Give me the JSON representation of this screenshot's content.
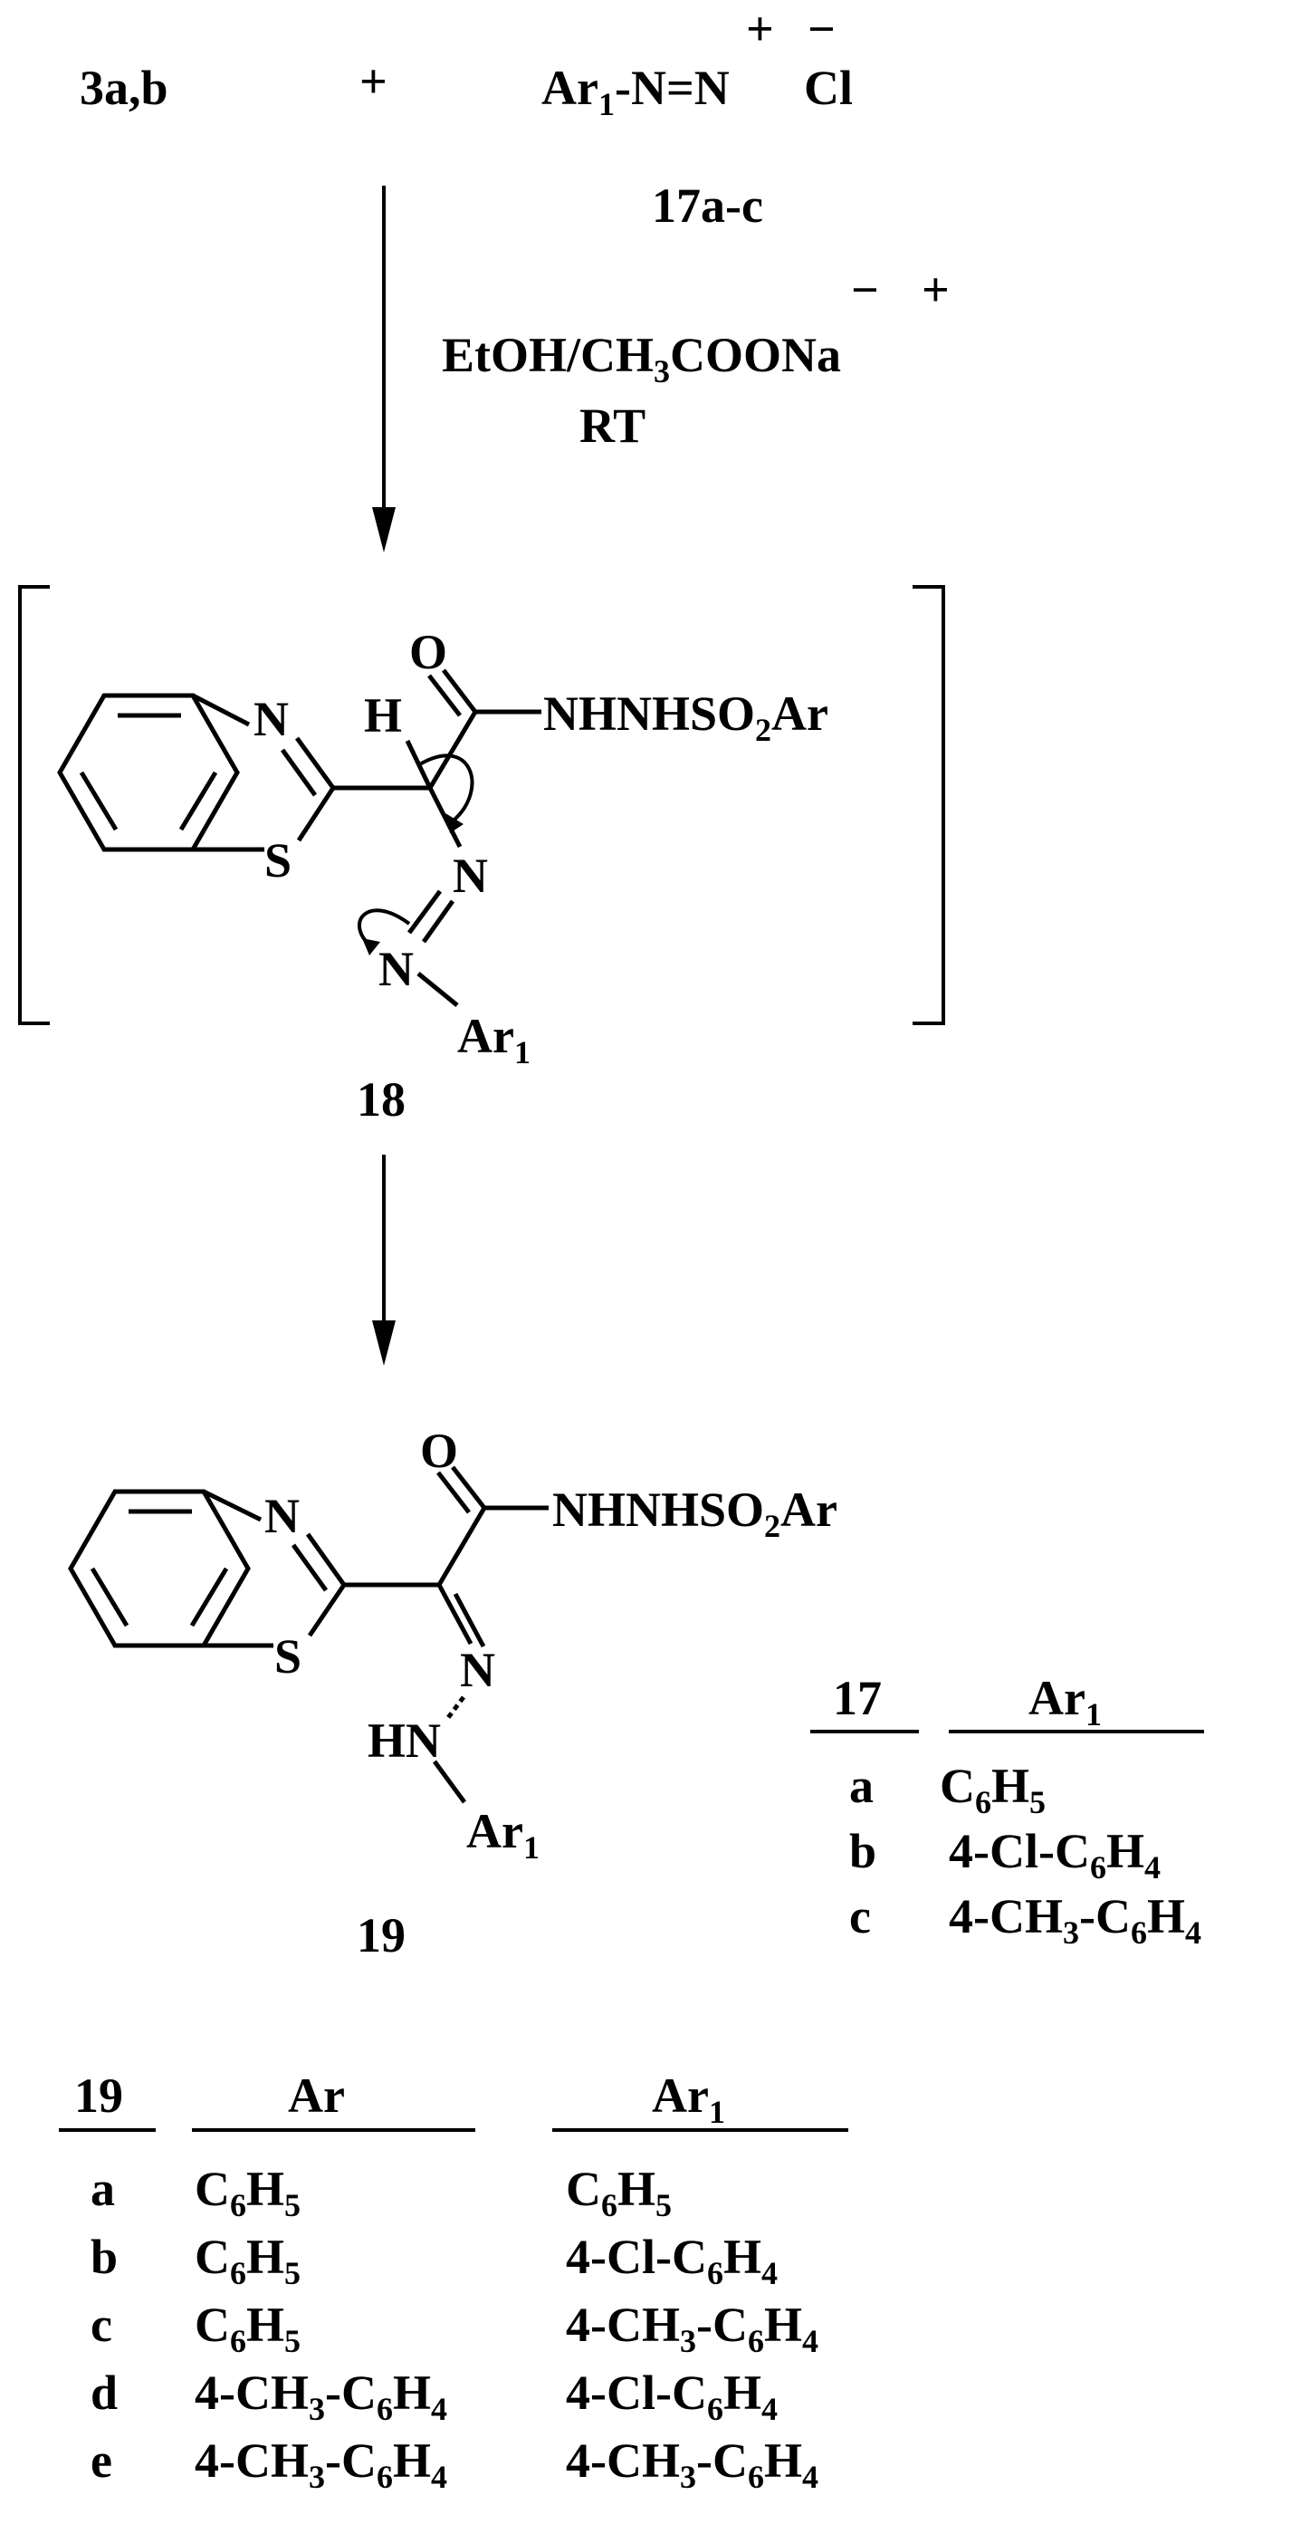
{
  "reaction": {
    "reactant_3": "3a,b",
    "plus": "+",
    "diazonium": {
      "ar1": "Ar",
      "ar1_sub": "1",
      "rest": "-N=N",
      "chloride": "Cl",
      "charge_plus": "+",
      "charge_minus": "−"
    },
    "label_17": "17a-c",
    "conditions": {
      "reagent_prefix": "EtOH/CH",
      "reagent_sub": "3",
      "reagent_suffix": "COONa",
      "charge_minus": "−",
      "charge_plus": "+",
      "temp": "RT"
    }
  },
  "intermediate": {
    "atoms": {
      "O": "O",
      "N_ring": "N",
      "S": "S",
      "H": "H",
      "N_azo1": "N",
      "N_azo2": "N",
      "ar1": "Ar",
      "ar1_sub": "1"
    },
    "chain_main": "NHNHSO",
    "chain_sub": "2",
    "chain_end": "Ar",
    "label": "18"
  },
  "product": {
    "atoms": {
      "O": "O",
      "N_ring": "N",
      "S": "S",
      "N_hydrazone": "N",
      "HN": "HN",
      "ar1": "Ar",
      "ar1_sub": "1"
    },
    "chain_main": "NHNHSO",
    "chain_sub": "2",
    "chain_end": "Ar",
    "label": "19"
  },
  "table_17": {
    "header_id": "17",
    "header_ar1": "Ar",
    "header_ar1_sub": "1",
    "rows": [
      {
        "id": "a",
        "ar1": [
          "C",
          "6",
          "H",
          "5"
        ]
      },
      {
        "id": "b",
        "ar1": [
          "4-Cl-C",
          "6",
          "H",
          "4"
        ]
      },
      {
        "id": "c",
        "ar1": [
          "4-CH",
          "3",
          "-C",
          "6",
          "H",
          "4"
        ]
      }
    ]
  },
  "table_19": {
    "header_id": "19",
    "header_ar": "Ar",
    "header_ar1": "Ar",
    "header_ar1_sub": "1",
    "rows": [
      {
        "id": "a",
        "ar": [
          "C",
          "6",
          "H",
          "5"
        ],
        "ar1": [
          "C",
          "6",
          "H",
          "5"
        ]
      },
      {
        "id": "b",
        "ar": [
          "C",
          "6",
          "H",
          "5"
        ],
        "ar1": [
          "4-Cl-C",
          "6",
          "H",
          "4"
        ]
      },
      {
        "id": "c",
        "ar": [
          "C",
          "6",
          "H",
          "5"
        ],
        "ar1": [
          "4-CH",
          "3",
          "-C",
          "6",
          "H",
          "4"
        ]
      },
      {
        "id": "d",
        "ar": [
          "4-CH",
          "3",
          "-C",
          "6",
          "H",
          "4"
        ],
        "ar1": [
          "4-Cl-C",
          "6",
          "H",
          "4"
        ]
      },
      {
        "id": "e",
        "ar": [
          "4-CH",
          "3",
          "-C",
          "6",
          "H",
          "4"
        ],
        "ar1": [
          "4-CH",
          "3",
          "-C",
          "6",
          "H",
          "4"
        ]
      }
    ]
  }
}
